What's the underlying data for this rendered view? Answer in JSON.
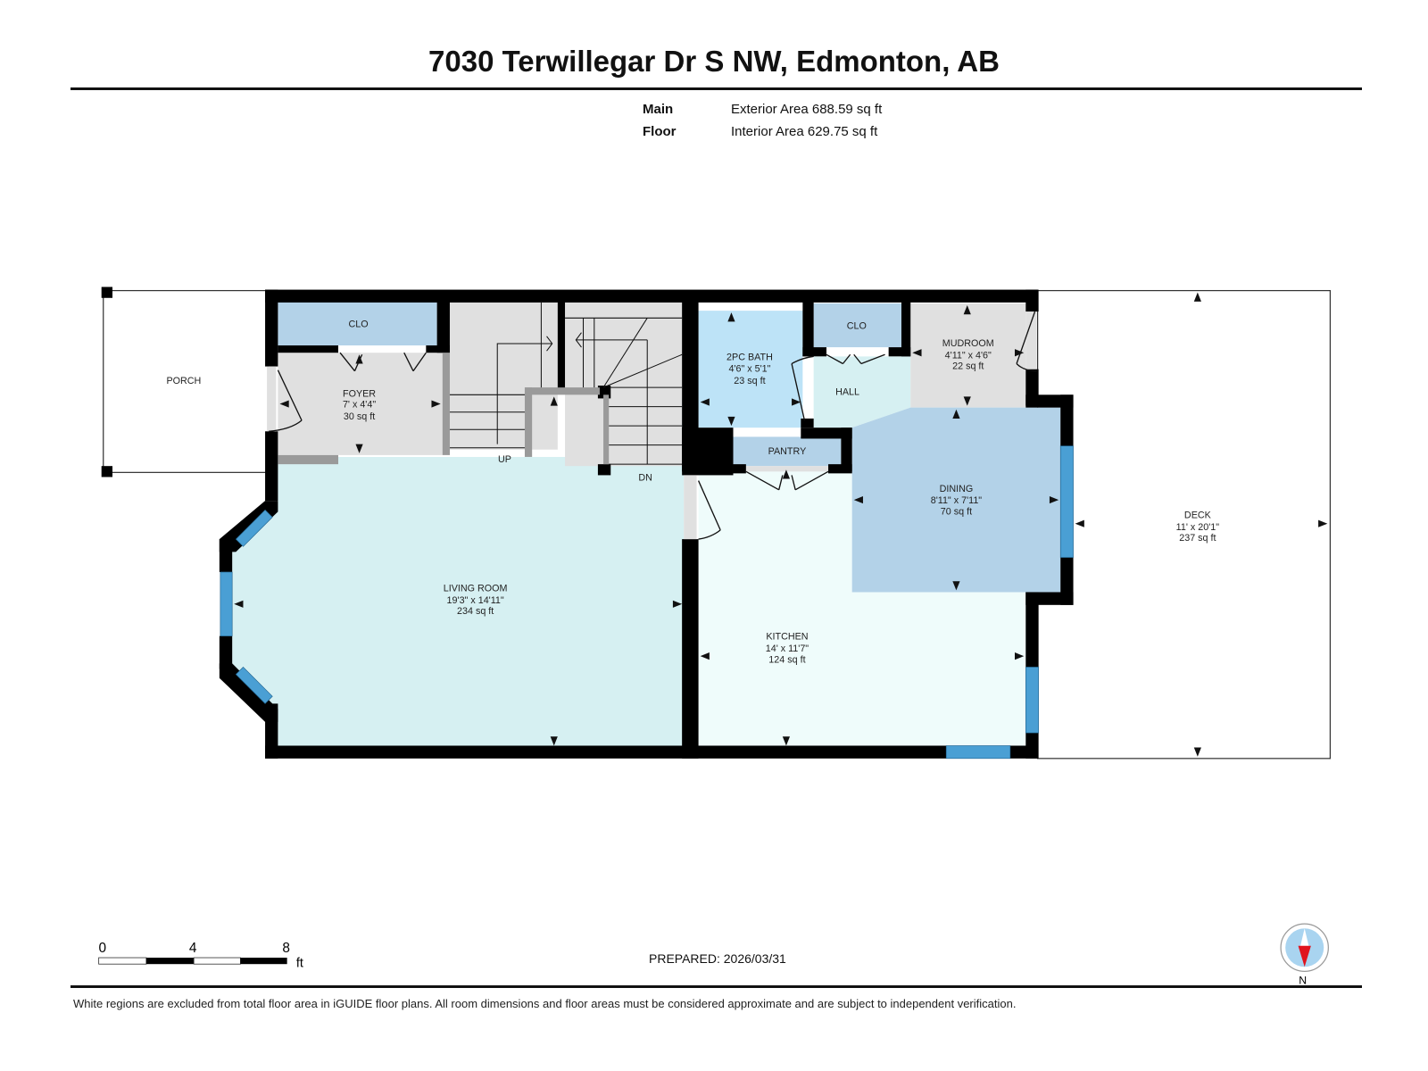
{
  "header": {
    "title": "7030 Terwillegar Dr S NW, Edmonton, AB",
    "floor_name": "Main Floor",
    "exterior_area": "Exterior Area 688.59 sq ft",
    "interior_area": "Interior Area 629.75 sq ft"
  },
  "rooms": {
    "porch": {
      "name": "PORCH"
    },
    "clo_foyer": {
      "name": "CLO"
    },
    "foyer": {
      "name": "FOYER",
      "dims": "7' x 4'4\"",
      "area": "30 sq ft"
    },
    "bath": {
      "name": "2PC BATH",
      "dims": "4'6\" x 5'1\"",
      "area": "23 sq ft"
    },
    "clo_hall": {
      "name": "CLO"
    },
    "hall": {
      "name": "HALL"
    },
    "mudroom": {
      "name": "MUDROOM",
      "dims": "4'11\" x 4'6\"",
      "area": "22 sq ft"
    },
    "pantry": {
      "name": "PANTRY"
    },
    "dining": {
      "name": "DINING",
      "dims": "8'11\" x 7'11\"",
      "area": "70 sq ft"
    },
    "living": {
      "name": "LIVING ROOM",
      "dims": "19'3\" x 14'11\"",
      "area": "234 sq ft"
    },
    "kitchen": {
      "name": "KITCHEN",
      "dims": "14' x 11'7\"",
      "area": "124 sq ft"
    },
    "deck": {
      "name": "DECK",
      "dims": "11' x 20'1\"",
      "area": "237 sq ft"
    }
  },
  "stairs": {
    "up_label": "UP",
    "down_label": "DN"
  },
  "scale_bar": {
    "ticks": [
      "0",
      "4",
      "8"
    ],
    "unit": "ft"
  },
  "compass": {
    "label": "N"
  },
  "footer": {
    "prepared": "PREPARED: 2026/03/31",
    "disclaimer": "White regions are excluded from total floor area in iGUIDE floor plans. All room dimensions and floor areas must be considered approximate and are subject to independent verification."
  },
  "colors": {
    "wall": "#000000",
    "window": "#4a9fd4",
    "living_fill": "#d6f0f2",
    "kitchen_fill": "#effcfb",
    "closet_fill": "#b3d2e8",
    "bath_fill": "#bde3f7",
    "dining_fill": "#b3d2e8",
    "hall_fill": "#d6f0f2",
    "grey_fill": "#e0e0e0",
    "compass_red": "#e0141e",
    "compass_blue": "#a9d4f0"
  }
}
